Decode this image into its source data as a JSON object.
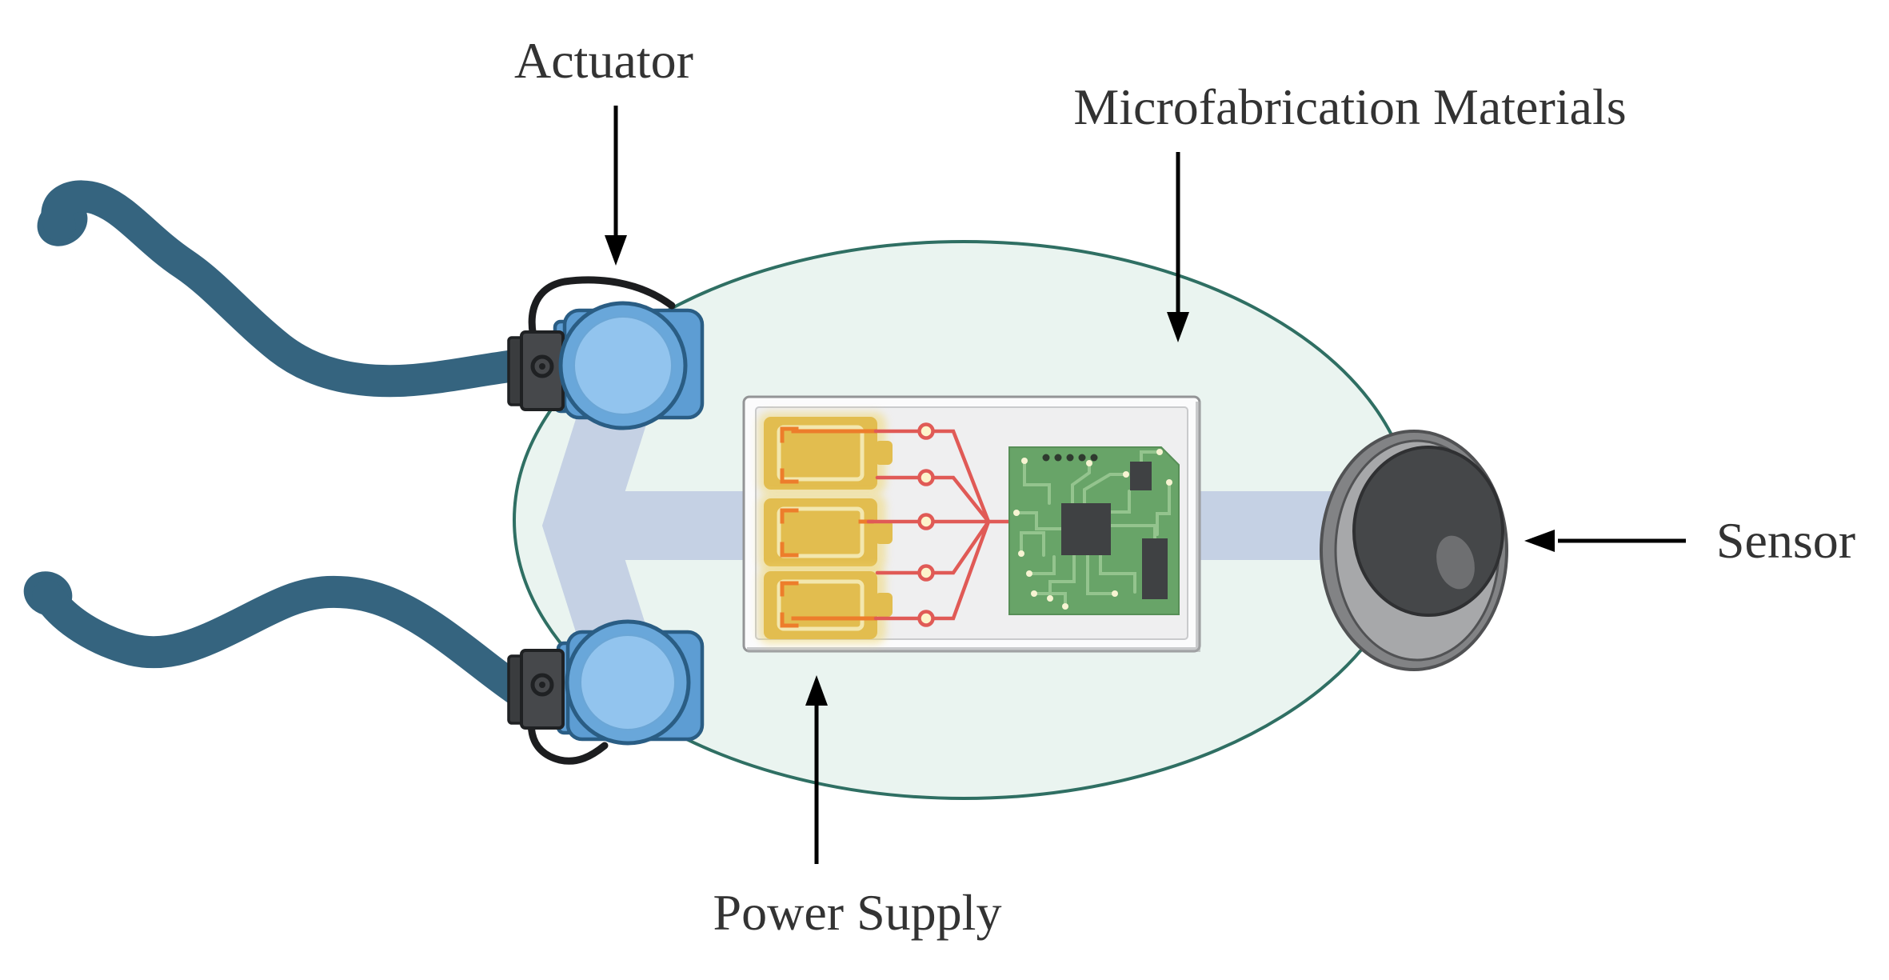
{
  "figure": {
    "type": "diagram",
    "subject": "sperm-inspired microrobot component anatomy",
    "labels": {
      "actuator": "Actuator",
      "microfabrication": "Microfabrication Materials",
      "power_supply": "Power Supply",
      "sensor": "Sensor"
    },
    "counts": {
      "batteries": "3",
      "wire_nodes": "5",
      "tails": "2",
      "actuators": "2"
    },
    "colors": {
      "background": "#ffffff",
      "body_fill": "#eaf4f0",
      "body_stroke": "#2f6f63",
      "channel": "#c5d1e4",
      "tail": "#35647f",
      "actuator_body": "#5d9dd3",
      "actuator_disc": "#69a7da",
      "actuator_disc_inner": "#92c4ee",
      "actuator_stroke": "#2a5d84",
      "connector_dark": "#46484b",
      "cable_black": "#1c1d1f",
      "panel_fill": "#efeff0",
      "panel_border": "#939496",
      "battery_yellow": "#e2bd4f",
      "battery_inner": "#f3e7ae",
      "battery_glow": "#f0d873",
      "battery_mark_orange": "#ed7d2b",
      "wire_red": "#e05a56",
      "node_fill": "#fdf4cb",
      "pcb_green": "#68a468",
      "pcb_trace": "#94c48e",
      "pcb_via": "#f7f4d2",
      "chip_dark": "#3f4143",
      "sensor_barrel": "#828385",
      "sensor_rim": "#a7a8aa",
      "sensor_sphere": "#454749",
      "sensor_highlight": "#6e6f71",
      "label_text": "#333333",
      "arrow": "#000000"
    }
  }
}
